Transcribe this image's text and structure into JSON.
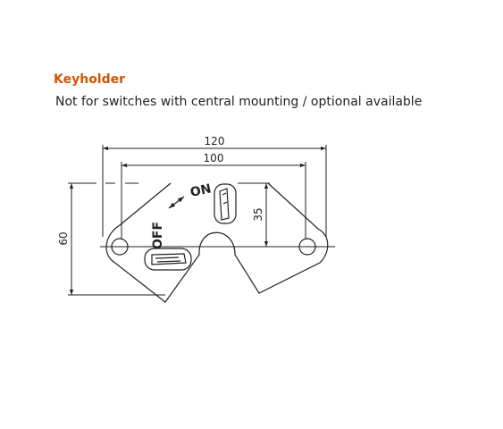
{
  "heading": {
    "title": "Keyholder",
    "subtitle": "Not for switches with central mounting / optional available"
  },
  "dimensions": {
    "overall_width": "120",
    "hole_spacing": "100",
    "height": "60",
    "slot_height": "35"
  },
  "markings": {
    "on_label": "ON",
    "off_label": "OFF"
  },
  "colors": {
    "title": "#d35400",
    "line": "#222222"
  }
}
